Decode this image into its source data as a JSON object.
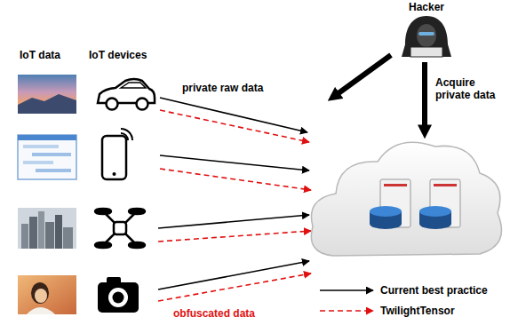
{
  "diagram": {
    "nodes": [
      {
        "text": [
          "Hacker"
        ]
      }
    ],
    "labels": [
      "IoT data",
      "IoT devices",
      "private raw data",
      "Acquire private data",
      "obfuscated data"
    ],
    "legend": [
      {
        "text": "Current best practice"
      },
      {
        "text": "TwilightTensor"
      }
    ]
  }
}
